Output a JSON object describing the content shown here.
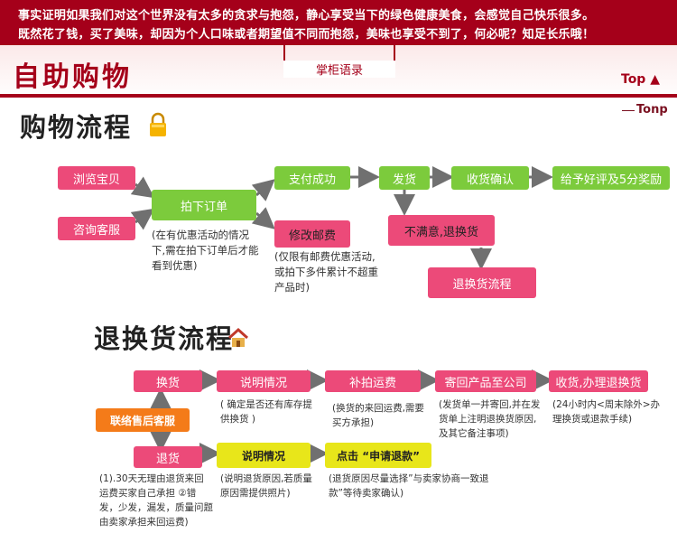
{
  "banner": {
    "line1": "事实证明如果我们对这个世界没有太多的贪求与抱怨，静心享受当下的绿色健康美食，会感觉自己快乐很多。",
    "line2": "既然花了钱，买了美味，却因为个人口味或者期望值不同而抱怨，美味也享受不到了，何必呢？知足长乐哦！"
  },
  "header": {
    "title": "自助购物",
    "motto": "掌柜语录",
    "top_link": "Top ▲",
    "top_link2": "Tonp"
  },
  "shopping": {
    "title": "购物流程",
    "browse": "浏览宝贝",
    "consult": "咨询客服",
    "order": "拍下订单",
    "order_note": "(在有优惠活动的情况下,需在拍下订单后才能看到优惠)",
    "pay": "支付成功",
    "modify": "修改邮费",
    "modify_note": "(仅限有邮费优惠活动,或拍下多件累计不超重产品时)",
    "ship": "发货",
    "confirm": "收货确认",
    "review": "给予好评及5分奖励",
    "unsatisfied": "不满意,退换货",
    "return_flow": "退换货流程"
  },
  "returns": {
    "title": "退换货流程",
    "exchange": "换货",
    "explain": "说明情况",
    "explain_note": "( 确定是否还有库存提供换货 )",
    "shipping_fee": "补拍运费",
    "shipping_note": "(换货的来回运费,需要买方承担)",
    "send_back": "寄回产品至公司",
    "send_back_note": "(发货单一并寄回,并在发货单上注明退换货原因,及其它备注事项)",
    "receive": "收货,办理退换货",
    "receive_note": "(24小时内<周末除外>办理换货或退款手续)",
    "contact": "联络售后客服",
    "refund": "退货",
    "refund_note": "(1).30天无理由退货来回运费买家自己承担 ②错发，少发，漏发，质量问题由卖家承担来回运费)",
    "explain2": "说明情况",
    "explain2_note": "(说明退货原因,若质量原因需提供照片)",
    "apply": "点击 “申请退款”",
    "apply_note": "(退货原因尽量选择”与卖家协商一致退款”等待卖家确认)"
  },
  "colors": {
    "brand_red": "#a5001a",
    "pink": "#ec4a79",
    "green": "#7ccb3c",
    "yellow": "#e8e61a",
    "orange": "#f47b19",
    "arrow_gray": "#707070"
  },
  "icons": {
    "lock": "lock-icon",
    "house": "house-icon"
  }
}
